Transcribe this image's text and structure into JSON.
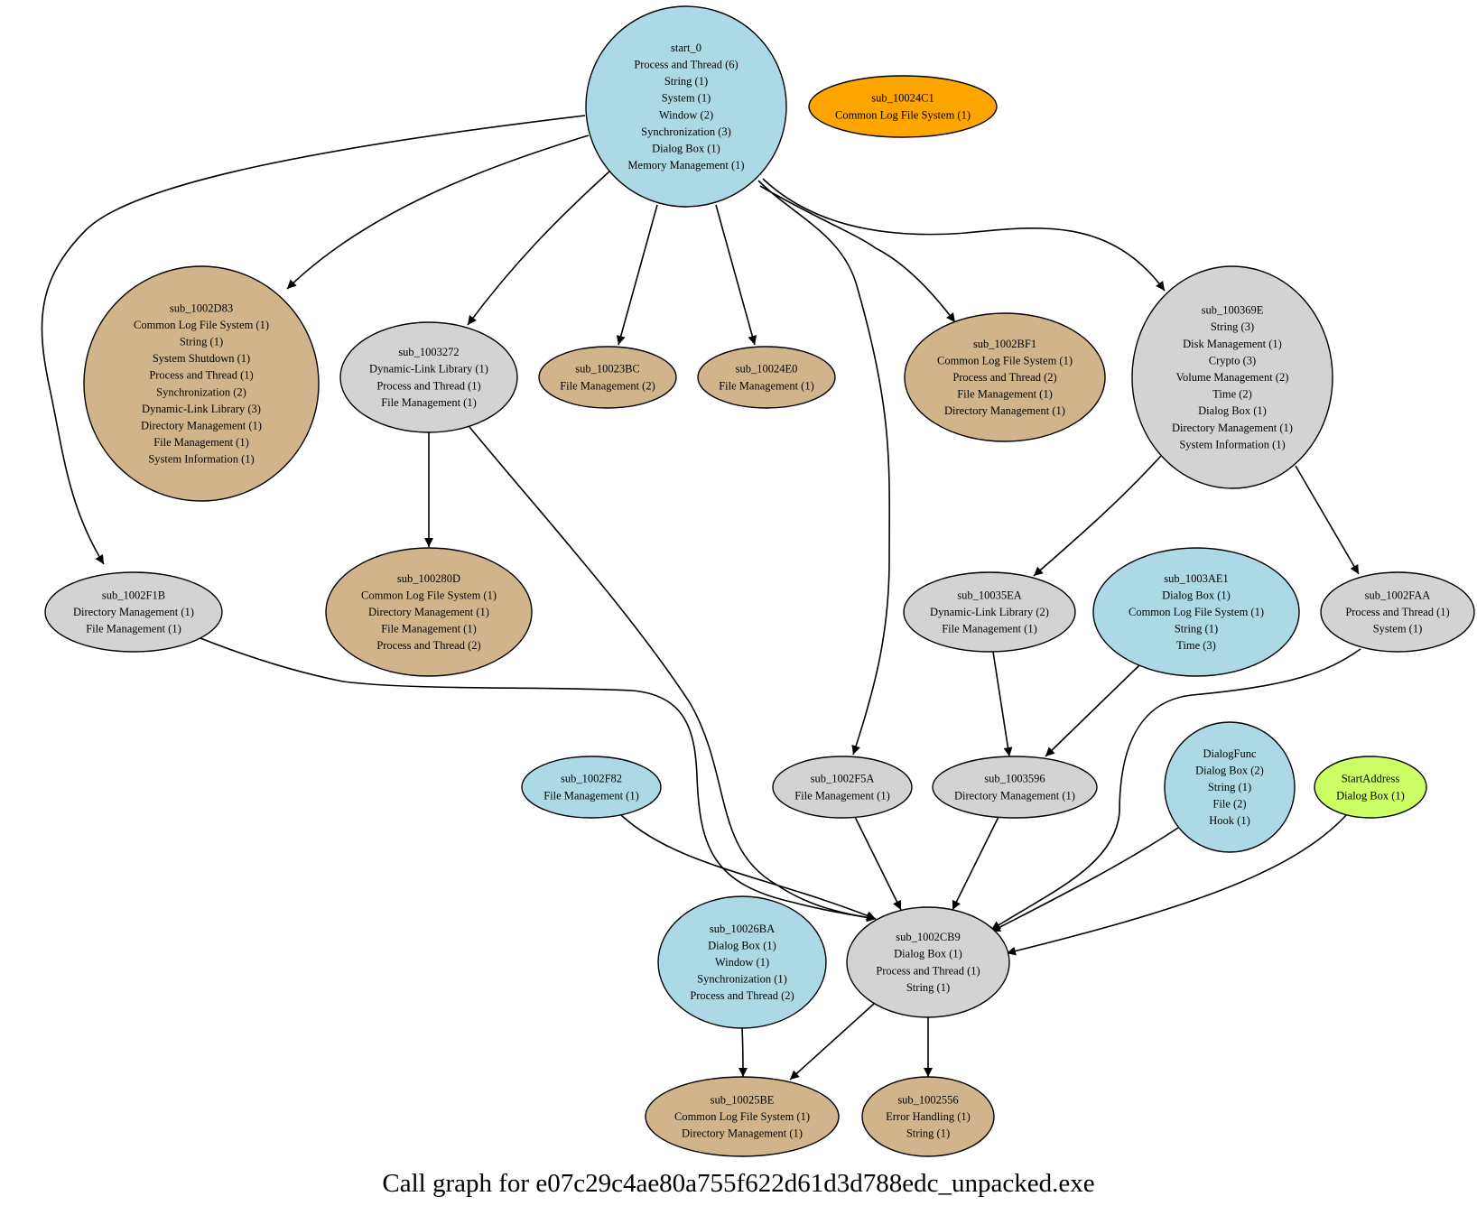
{
  "title": "Call graph for e07c29c4ae80a755f622d61d3d788edc_unpacked.exe",
  "colors": {
    "blue": "#add8e6",
    "gray": "#d3d3d3",
    "tan": "#d2b48c",
    "orange": "#ffa500",
    "green": "#ccff66"
  },
  "nodes": [
    {
      "id": "start_0",
      "color": "blue",
      "lines": [
        "start_0",
        "Process and Thread (6)",
        "String (1)",
        "System (1)",
        "Window (2)",
        "Synchronization (3)",
        "Dialog Box (1)",
        "Memory Management (1)"
      ]
    },
    {
      "id": "sub_10024C1",
      "color": "orange",
      "lines": [
        "sub_10024C1",
        "Common Log File System (1)"
      ]
    },
    {
      "id": "sub_1002D83",
      "color": "tan",
      "lines": [
        "sub_1002D83",
        "Common Log File System (1)",
        "String (1)",
        "System Shutdown (1)",
        "Process and Thread (1)",
        "Synchronization (2)",
        "Dynamic-Link Library (3)",
        "Directory Management (1)",
        "File Management (1)",
        "System Information (1)"
      ]
    },
    {
      "id": "sub_1003272",
      "color": "gray",
      "lines": [
        "sub_1003272",
        "Dynamic-Link Library (1)",
        "Process and Thread (1)",
        "File Management (1)"
      ]
    },
    {
      "id": "sub_10023BC",
      "color": "tan",
      "lines": [
        "sub_10023BC",
        "File Management (2)"
      ]
    },
    {
      "id": "sub_10024E0",
      "color": "tan",
      "lines": [
        "sub_10024E0",
        "File Management (1)"
      ]
    },
    {
      "id": "sub_1002BF1",
      "color": "tan",
      "lines": [
        "sub_1002BF1",
        "Common Log File System (1)",
        "Process and Thread (2)",
        "File Management (1)",
        "Directory Management (1)"
      ]
    },
    {
      "id": "sub_100369E",
      "color": "gray",
      "lines": [
        "sub_100369E",
        "String (3)",
        "Disk Management (1)",
        "Crypto (3)",
        "Volume Management (2)",
        "Time (2)",
        "Dialog Box (1)",
        "Directory Management (1)",
        "System Information (1)"
      ]
    },
    {
      "id": "sub_1002F1B",
      "color": "gray",
      "lines": [
        "sub_1002F1B",
        "Directory Management (1)",
        "File Management (1)"
      ]
    },
    {
      "id": "sub_100280D",
      "color": "tan",
      "lines": [
        "sub_100280D",
        "Common Log File System (1)",
        "Directory Management (1)",
        "File Management (1)",
        "Process and Thread (2)"
      ]
    },
    {
      "id": "sub_10035EA",
      "color": "gray",
      "lines": [
        "sub_10035EA",
        "Dynamic-Link Library (2)",
        "File Management (1)"
      ]
    },
    {
      "id": "sub_1003AE1",
      "color": "blue",
      "lines": [
        "sub_1003AE1",
        "Dialog Box (1)",
        "Common Log File System (1)",
        "String (1)",
        "Time (3)"
      ]
    },
    {
      "id": "sub_1002FAA",
      "color": "gray",
      "lines": [
        "sub_1002FAA",
        "Process and Thread (1)",
        "System (1)"
      ]
    },
    {
      "id": "sub_1002F82",
      "color": "blue",
      "lines": [
        "sub_1002F82",
        "File Management (1)"
      ]
    },
    {
      "id": "sub_1002F5A",
      "color": "gray",
      "lines": [
        "sub_1002F5A",
        "File Management (1)"
      ]
    },
    {
      "id": "sub_1003596",
      "color": "gray",
      "lines": [
        "sub_1003596",
        "Directory Management (1)"
      ]
    },
    {
      "id": "DialogFunc",
      "color": "blue",
      "lines": [
        "DialogFunc",
        "Dialog Box (2)",
        "String (1)",
        "File (2)",
        "Hook (1)"
      ]
    },
    {
      "id": "StartAddress",
      "color": "green",
      "lines": [
        "StartAddress",
        "Dialog Box (1)"
      ]
    },
    {
      "id": "sub_10026BA",
      "color": "blue",
      "lines": [
        "sub_10026BA",
        "Dialog Box (1)",
        "Window (1)",
        "Synchronization (1)",
        "Process and Thread (2)"
      ]
    },
    {
      "id": "sub_1002CB9",
      "color": "gray",
      "lines": [
        "sub_1002CB9",
        "Dialog Box (1)",
        "Process and Thread (1)",
        "String (1)"
      ]
    },
    {
      "id": "sub_10025BE",
      "color": "tan",
      "lines": [
        "sub_10025BE",
        "Common Log File System (1)",
        "Directory Management (1)"
      ]
    },
    {
      "id": "sub_1002556",
      "color": "tan",
      "lines": [
        "sub_1002556",
        "Error Handling (1)",
        "String (1)"
      ]
    }
  ],
  "edges": [
    {
      "from": "start_0",
      "to": "sub_1002F1B"
    },
    {
      "from": "start_0",
      "to": "sub_1002D83"
    },
    {
      "from": "start_0",
      "to": "sub_1003272"
    },
    {
      "from": "start_0",
      "to": "sub_10023BC"
    },
    {
      "from": "start_0",
      "to": "sub_10024E0"
    },
    {
      "from": "start_0",
      "to": "sub_1002F5A"
    },
    {
      "from": "start_0",
      "to": "sub_1002BF1"
    },
    {
      "from": "start_0",
      "to": "sub_100369E"
    },
    {
      "from": "sub_1003272",
      "to": "sub_100280D"
    },
    {
      "from": "sub_1003272",
      "to": "sub_1002CB9"
    },
    {
      "from": "sub_100369E",
      "to": "sub_10035EA"
    },
    {
      "from": "sub_100369E",
      "to": "sub_1002FAA"
    },
    {
      "from": "sub_10035EA",
      "to": "sub_1003596"
    },
    {
      "from": "sub_1003AE1",
      "to": "sub_1003596"
    },
    {
      "from": "sub_1002F1B",
      "to": "sub_1002CB9"
    },
    {
      "from": "sub_1002F82",
      "to": "sub_1002CB9"
    },
    {
      "from": "sub_1002F5A",
      "to": "sub_1002CB9"
    },
    {
      "from": "sub_1003596",
      "to": "sub_1002CB9"
    },
    {
      "from": "sub_1002FAA",
      "to": "sub_1002CB9"
    },
    {
      "from": "DialogFunc",
      "to": "sub_1002CB9"
    },
    {
      "from": "StartAddress",
      "to": "sub_1002CB9"
    },
    {
      "from": "sub_10026BA",
      "to": "sub_10025BE"
    },
    {
      "from": "sub_1002CB9",
      "to": "sub_10025BE"
    },
    {
      "from": "sub_1002CB9",
      "to": "sub_1002556"
    }
  ]
}
